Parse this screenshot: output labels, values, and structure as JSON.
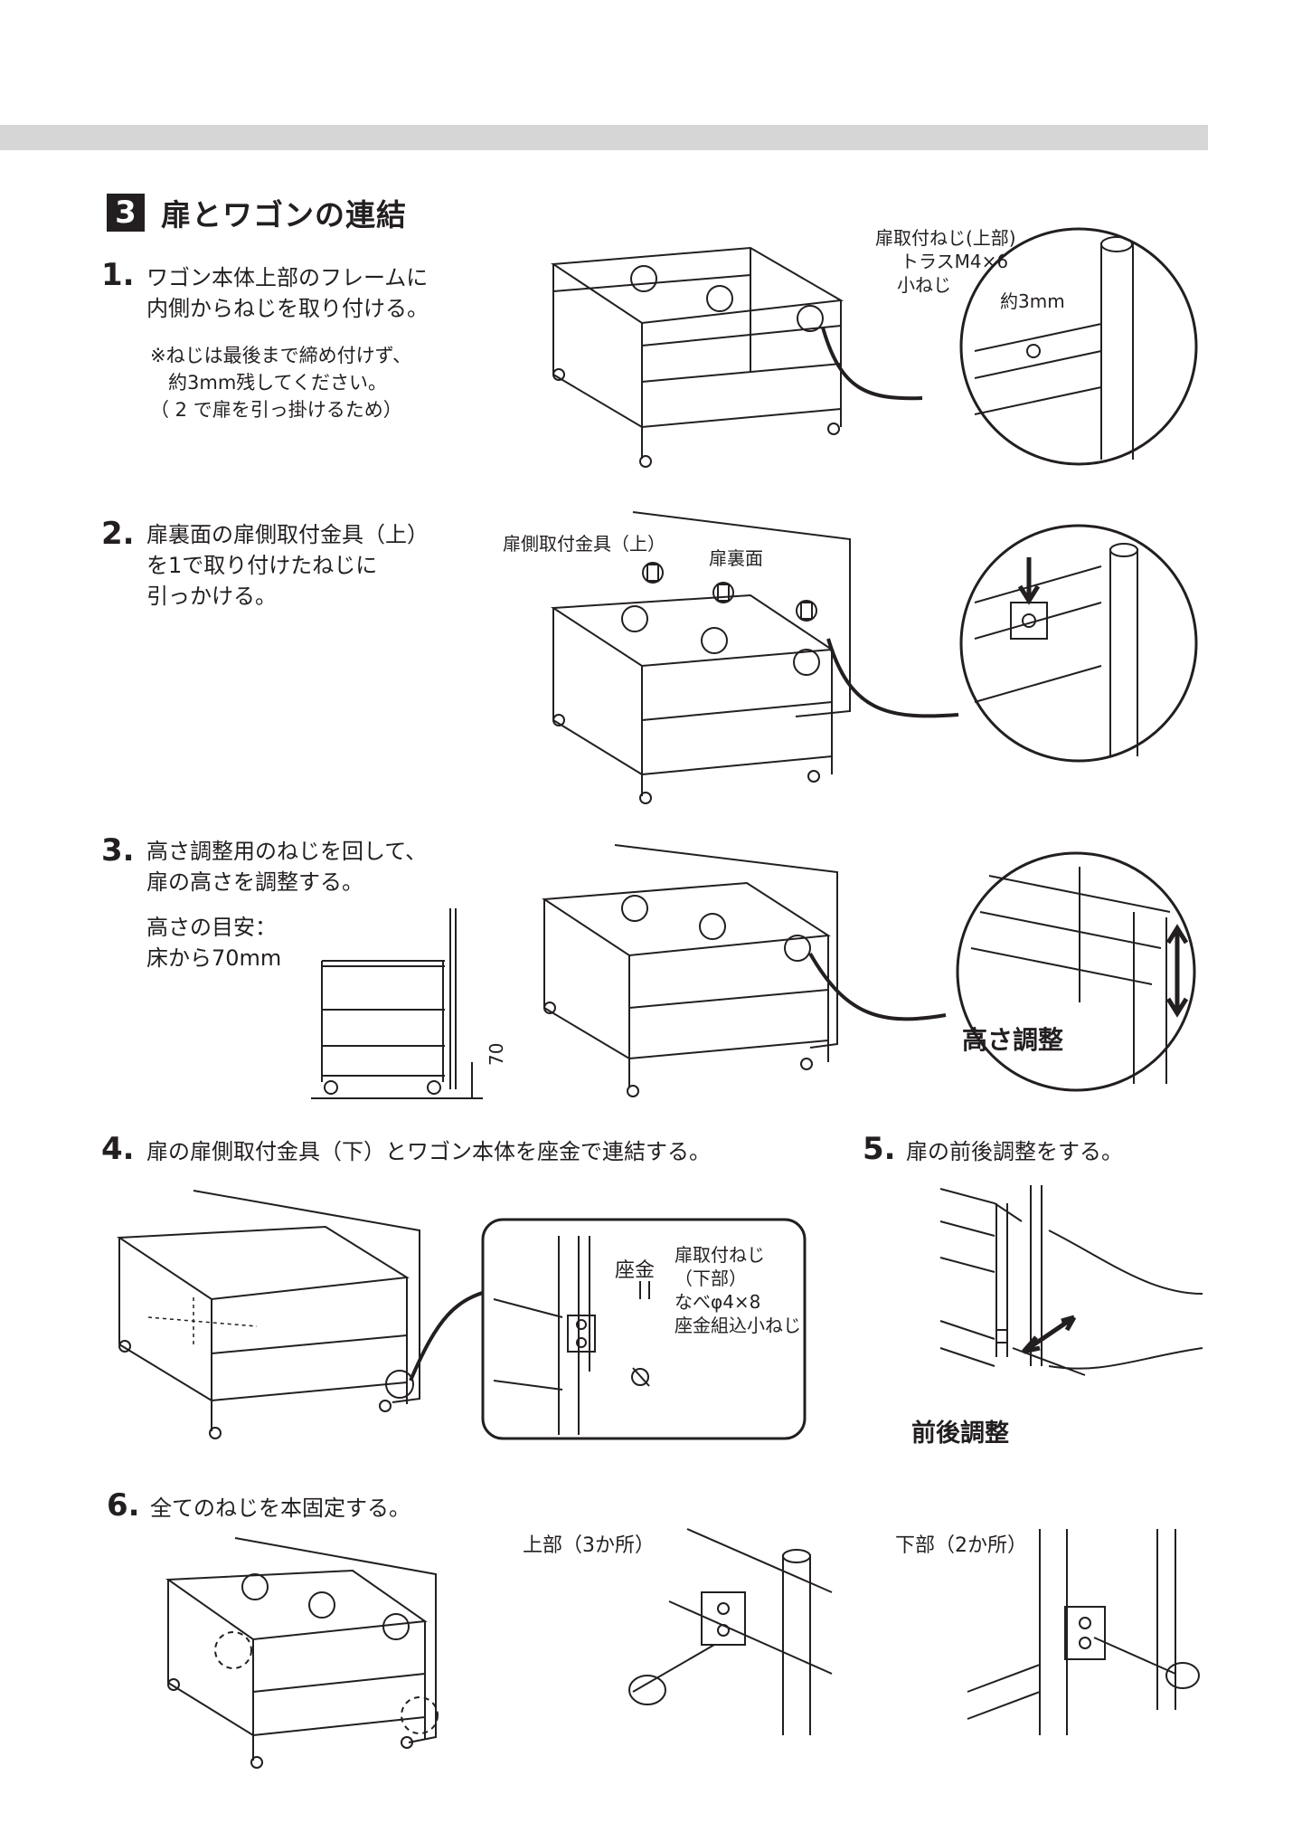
{
  "section": {
    "number": "3",
    "title": "扉とワゴンの連結"
  },
  "steps": [
    {
      "num": "1.",
      "lines": [
        "ワゴン本体上部のフレームに",
        "内側からねじを取り付ける。"
      ],
      "note": [
        "※ねじは最後まで締め付けず、",
        "約3mm残してください。",
        "（ 2 で扉を引っ掛けるため）"
      ]
    },
    {
      "num": "2.",
      "lines": [
        "扉裏面の扉側取付金具（上）",
        "を1で取り付けたねじに",
        "引っかける。"
      ]
    },
    {
      "num": "3.",
      "lines": [
        "高さ調整用のねじを回して、",
        "扉の高さを調整する。"
      ],
      "guide": [
        "高さの目安：",
        "床から70mm"
      ]
    },
    {
      "num": "4.",
      "lines": [
        "扉の扉側取付金具（下）とワゴン本体を座金で連結する。"
      ]
    },
    {
      "num": "5.",
      "lines": [
        "扉の前後調整をする。"
      ]
    },
    {
      "num": "6.",
      "lines": [
        "全てのねじを本固定する。"
      ]
    }
  ],
  "labels": {
    "screw_top": [
      "扉取付ねじ(上部)",
      "トラスM4×6",
      "小ねじ"
    ],
    "approx": "約3mm",
    "bracket_top": "扉側取付金具（上）",
    "door_back": "扉裏面",
    "height_adj": "高さ調整",
    "dim_70": "70",
    "washer": "座金",
    "screw_bottom": [
      "扉取付ねじ",
      "（下部）",
      "なべφ4×8",
      "座金組込小ねじ"
    ],
    "front_back_adj": "前後調整",
    "upper_part": "上部（3か所）",
    "lower_part": "下部（2か所）"
  }
}
